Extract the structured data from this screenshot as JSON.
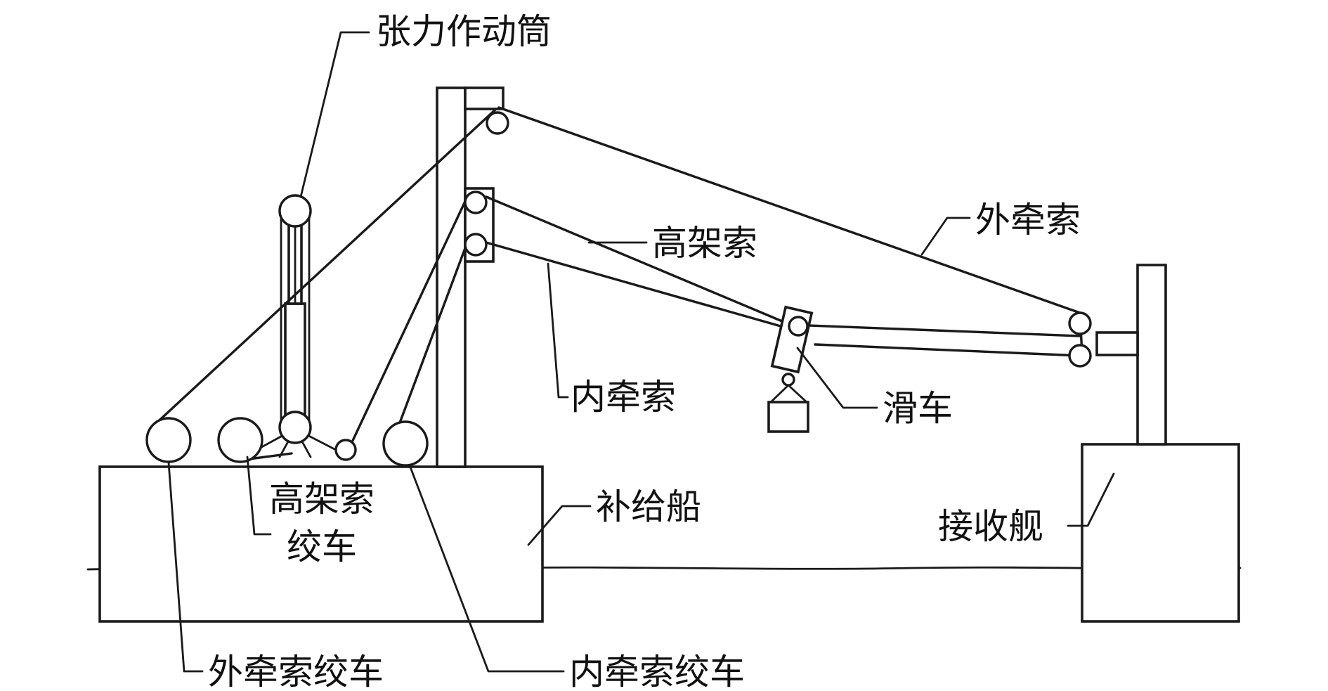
{
  "labels": {
    "tension_cylinder": "张力作动筒",
    "outer_line": "外牵索",
    "highline": "高架索",
    "inner_line": "内牵索",
    "trolley": "滑车",
    "supply_ship": "补给船",
    "highline_winch_line1": "高架索",
    "highline_winch_line2": "绞车",
    "receiving_ship": "接收舰",
    "outer_line_winch": "外牵索绞车",
    "inner_line_winch": "内牵索绞车"
  },
  "colors": {
    "line": "#1a1a1a",
    "background": "#ffffff",
    "text": "#111111"
  }
}
